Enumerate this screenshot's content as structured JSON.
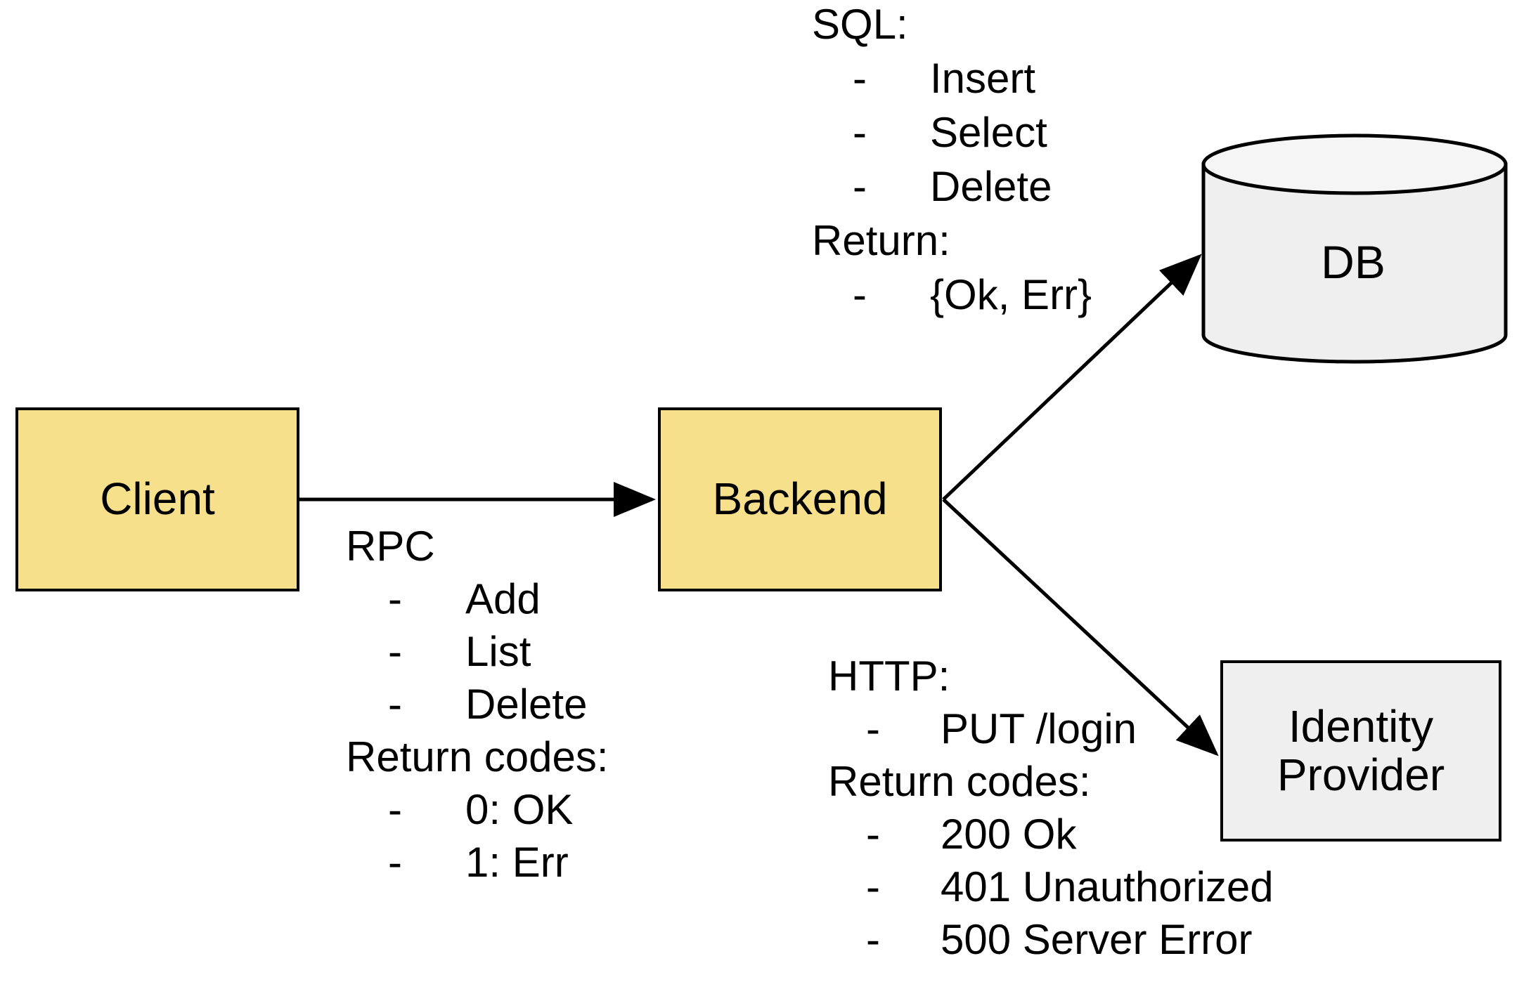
{
  "diagram": {
    "title": "Client-Backend-DB-IdP architecture",
    "colors": {
      "service_fill": "#F7E08C",
      "external_fill": "#EFEFEF",
      "stroke": "#000000",
      "background": "#FFFFFF"
    },
    "nodes": {
      "client": {
        "label": "Client",
        "shape": "rectangle",
        "fill": "#F7E08C"
      },
      "backend": {
        "label": "Backend",
        "shape": "rectangle",
        "fill": "#F7E08C"
      },
      "db": {
        "label": "DB",
        "shape": "cylinder",
        "fill": "#EFEFEF"
      },
      "idp": {
        "label": "Identity\nProvider",
        "line1": "Identity",
        "line2": "Provider",
        "shape": "rectangle",
        "fill": "#EFEFEF"
      }
    },
    "edges": [
      {
        "from": "Client",
        "to": "Backend",
        "annotation": "rpc"
      },
      {
        "from": "Backend",
        "to": "DB",
        "annotation": "sql"
      },
      {
        "from": "Backend",
        "to": "Identity Provider",
        "annotation": "http"
      }
    ],
    "annotations": {
      "rpc": {
        "heading": "RPC",
        "items": [
          "Add",
          "List",
          "Delete"
        ],
        "return_heading": "Return codes:",
        "return_items": [
          "0: OK",
          "1: Err"
        ],
        "bullet": "-"
      },
      "sql": {
        "heading": "SQL:",
        "items": [
          "Insert",
          "Select",
          "Delete"
        ],
        "return_heading": "Return:",
        "return_items": [
          "{Ok, Err}"
        ],
        "bullet": "-"
      },
      "http": {
        "heading": "HTTP:",
        "items": [
          "PUT /login"
        ],
        "return_heading": "Return codes:",
        "return_items": [
          "200 Ok",
          "401 Unauthorized",
          "500 Server Error"
        ],
        "bullet": "-"
      }
    }
  }
}
